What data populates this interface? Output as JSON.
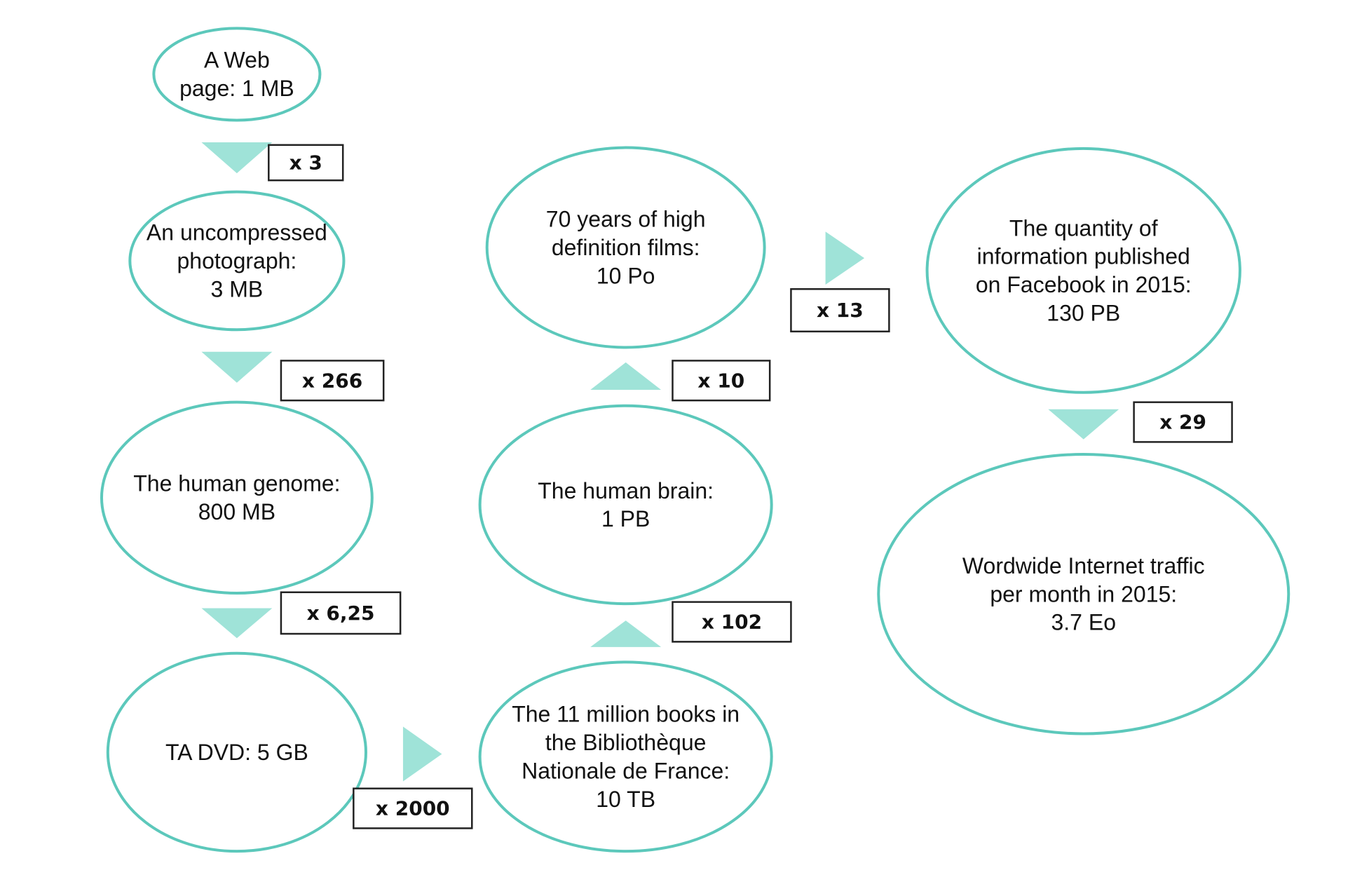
{
  "colors": {
    "node_stroke": "#5cc8bb",
    "arrow_fill": "#9fe3d8",
    "box_stroke": "#222222"
  },
  "nodes": [
    {
      "id": "web-page",
      "lines": [
        "A Web",
        "page: 1 MB"
      ]
    },
    {
      "id": "photograph",
      "lines": [
        "An uncompressed",
        "photograph:",
        "3 MB"
      ]
    },
    {
      "id": "human-genome",
      "lines": [
        "The human genome:",
        "800 MB"
      ]
    },
    {
      "id": "dvd",
      "lines": [
        "TA DVD: 5 GB"
      ]
    },
    {
      "id": "bnf-books",
      "lines": [
        "The 11 million books in",
        "the Bibliothèque",
        "Nationale de France:",
        "10 TB"
      ]
    },
    {
      "id": "human-brain",
      "lines": [
        "The human brain:",
        "1 PB"
      ]
    },
    {
      "id": "hd-films",
      "lines": [
        "70 years of high",
        "definition films:",
        "10 Po"
      ]
    },
    {
      "id": "facebook",
      "lines": [
        "The quantity of",
        "information published",
        "on Facebook in 2015:",
        "130 PB"
      ]
    },
    {
      "id": "internet-traffic",
      "lines": [
        "Wordwide Internet traffic",
        "per month  in 2015:",
        "3.7 Eo"
      ]
    }
  ],
  "multipliers": [
    {
      "id": "x3",
      "label": "x 3",
      "arrow": "down"
    },
    {
      "id": "x266",
      "label": "x 266",
      "arrow": "down"
    },
    {
      "id": "x625",
      "label": "x 6,25",
      "arrow": "down"
    },
    {
      "id": "x2000",
      "label": "x 2000",
      "arrow": "right"
    },
    {
      "id": "x102",
      "label": "x 102",
      "arrow": "up"
    },
    {
      "id": "x10",
      "label": "x 10",
      "arrow": "up"
    },
    {
      "id": "x13",
      "label": "x 13",
      "arrow": "right"
    },
    {
      "id": "x29",
      "label": "x 29",
      "arrow": "down"
    }
  ]
}
